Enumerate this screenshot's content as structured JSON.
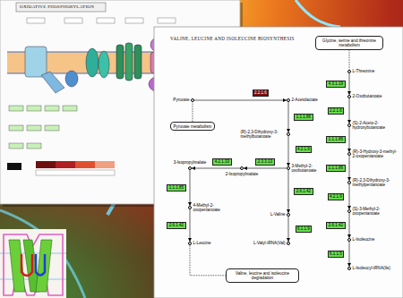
{
  "diagram": {
    "title": "VALINE, LEUCINE AND ISOLEUCINE BIOSYNTHESIS",
    "nodes": [
      {
        "text": [
          "Glycine, serine and threonine metabolism"
        ]
      },
      {
        "text": [
          "Pyruvate"
        ]
      },
      {
        "text": [
          "2.2.1.6"
        ]
      },
      {
        "text": [
          "2-Acetolactate"
        ]
      },
      {
        "text": [
          "L-Threonine"
        ]
      },
      {
        "text": [
          "4.3.1.19"
        ]
      },
      {
        "text": [
          "2-Oxobutanoate"
        ]
      },
      {
        "text": [
          "1.1.1.86"
        ]
      },
      {
        "text": [
          "2.2.1.6"
        ]
      },
      {
        "text": [
          "(S)-2-Aceto-2-hydroxybutanoate"
        ]
      },
      {
        "text": [
          "Pyruvate metabolism"
        ]
      },
      {
        "text": [
          "(R)-2,3-Dihydroxy-3-methylbutanoate"
        ]
      },
      {
        "text": [
          "1.1.1.86"
        ]
      },
      {
        "text": [
          "(R)-3-Hydroxy-3-methyl-2-oxopentanoate"
        ]
      },
      {
        "text": [
          "4.2.1.9"
        ]
      },
      {
        "text": [
          "1.1.1.86"
        ]
      },
      {
        "text": [
          "2.3.3.13"
        ]
      },
      {
        "text": [
          "4.2.1.33"
        ]
      },
      {
        "text": [
          "3-Isopropylmalate"
        ]
      },
      {
        "text": [
          "2-Isopropylmalate"
        ]
      },
      {
        "text": [
          "3-Methyl-2-oxobutanoate"
        ]
      },
      {
        "text": [
          "(R)-2,3-Dihydroxy-3-methylpentanoate"
        ]
      },
      {
        "text": [
          "1.1.1.85"
        ]
      },
      {
        "text": [
          "2.6.1.42"
        ]
      },
      {
        "text": [
          "4.2.1.9"
        ]
      },
      {
        "text": [
          "4-Methyl-2-oxopentanoate"
        ]
      },
      {
        "text": [
          "L-Valine"
        ]
      },
      {
        "text": [
          "(S)-3-Methyl-2-oxopentanoate"
        ]
      },
      {
        "text": [
          "2.6.1.42"
        ]
      },
      {
        "text": [
          "2.6.1.42"
        ]
      },
      {
        "text": [
          "6.1.1.9"
        ]
      },
      {
        "text": [
          "L-Leucine"
        ]
      },
      {
        "text": [
          "L-Isoleucine"
        ]
      },
      {
        "text": [
          "L-Valyl-tRNA(Val)"
        ]
      },
      {
        "text": [
          "6.1.1.5"
        ]
      },
      {
        "text": [
          "L-Isoleucyl-tRNA(Ile)"
        ]
      },
      {
        "text": [
          "Valine, leucine and isoleucine degradation"
        ]
      }
    ],
    "edges": [
      {
        "from": 0,
        "to": 4,
        "arrow": "none"
      },
      {
        "from": 10,
        "to": 1,
        "arrow": "none"
      },
      {
        "from": 1,
        "to": 3,
        "arrow": "to"
      },
      {
        "from": 4,
        "to": 6,
        "arrow": "to"
      },
      {
        "from": 6,
        "to": 9,
        "arrow": "to"
      },
      {
        "from": 9,
        "to": 13,
        "arrow": "to"
      },
      {
        "from": 13,
        "to": 21,
        "arrow": "to"
      },
      {
        "from": 21,
        "to": 27,
        "arrow": "to"
      },
      {
        "from": 27,
        "to": 32,
        "arrow": "to"
      },
      {
        "from": 32,
        "to": 35,
        "arrow": "to"
      },
      {
        "from": 3,
        "to": 11,
        "arrow": "to"
      },
      {
        "from": 11,
        "to": 20,
        "arrow": "to"
      },
      {
        "from": 20,
        "to": 26,
        "arrow": "to"
      },
      {
        "from": 26,
        "to": 33,
        "arrow": "to"
      },
      {
        "from": 20,
        "to": 19,
        "arrow": "to"
      },
      {
        "from": 19,
        "to": 18,
        "arrow": "to"
      },
      {
        "from": 18,
        "to": 25,
        "arrow": "to"
      },
      {
        "from": 25,
        "to": 31,
        "arrow": "to"
      },
      {
        "from": 31,
        "to": 36,
        "arrow": "none"
      }
    ],
    "labels": [
      "OXIDATIVE PHOSPHORYLATION"
    ]
  }
}
